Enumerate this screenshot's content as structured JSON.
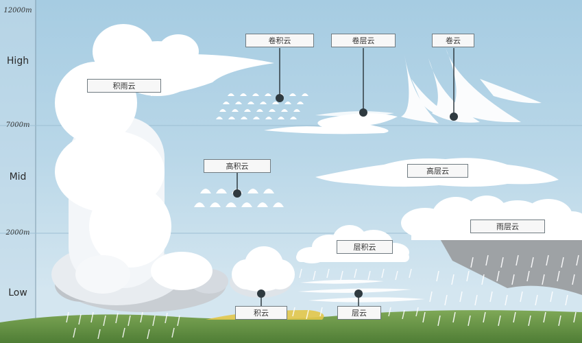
{
  "altitude_scale": {
    "marks": [
      "12000m",
      "7000m",
      "2000m"
    ],
    "levels": [
      "High",
      "Mid",
      "Low"
    ]
  },
  "clouds": {
    "cumulonimbus": "积雨云",
    "cirrocumulus": "卷积云",
    "cirrostratus": "卷层云",
    "cirrus": "卷云",
    "altocumulus": "高积云",
    "altostratus": "高层云",
    "nimbostratus": "雨层云",
    "stratocumulus": "层积云",
    "cumulus": "积云",
    "stratus": "层云"
  },
  "colors": {
    "sky_top": "#a9cde3",
    "sky_bottom": "#cfe3ef",
    "cloud": "#ffffff",
    "cloud_shadow": "#d7dde3",
    "rain_cloud": "#9fa3a6",
    "ground": "#6f9b4a",
    "pointer": "#2f3a40"
  }
}
